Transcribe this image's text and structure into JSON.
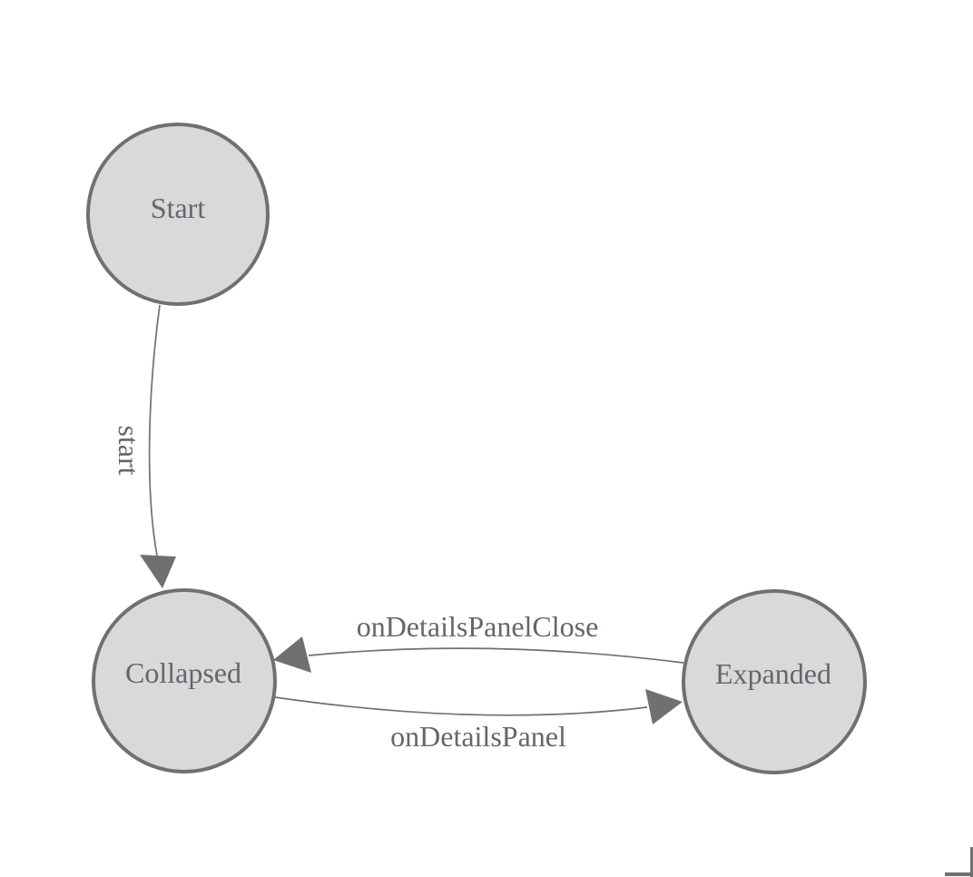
{
  "diagram": {
    "type": "state-machine",
    "nodes": [
      {
        "id": "start",
        "label": "Start"
      },
      {
        "id": "collapsed",
        "label": "Collapsed"
      },
      {
        "id": "expanded",
        "label": "Expanded"
      }
    ],
    "edges": [
      {
        "from": "Start",
        "to": "Collapsed",
        "label": "start"
      },
      {
        "from": "Collapsed",
        "to": "Expanded",
        "label": "onDetailsPanel"
      },
      {
        "from": "Expanded",
        "to": "Collapsed",
        "label": "onDetailsPanelClose"
      }
    ],
    "colors": {
      "background": "#ffffff",
      "node_fill": "#d9d9d9",
      "node_border": "#707070",
      "edge": "#707070",
      "label_text": "#63676c",
      "frame_corner": "#707070"
    }
  }
}
